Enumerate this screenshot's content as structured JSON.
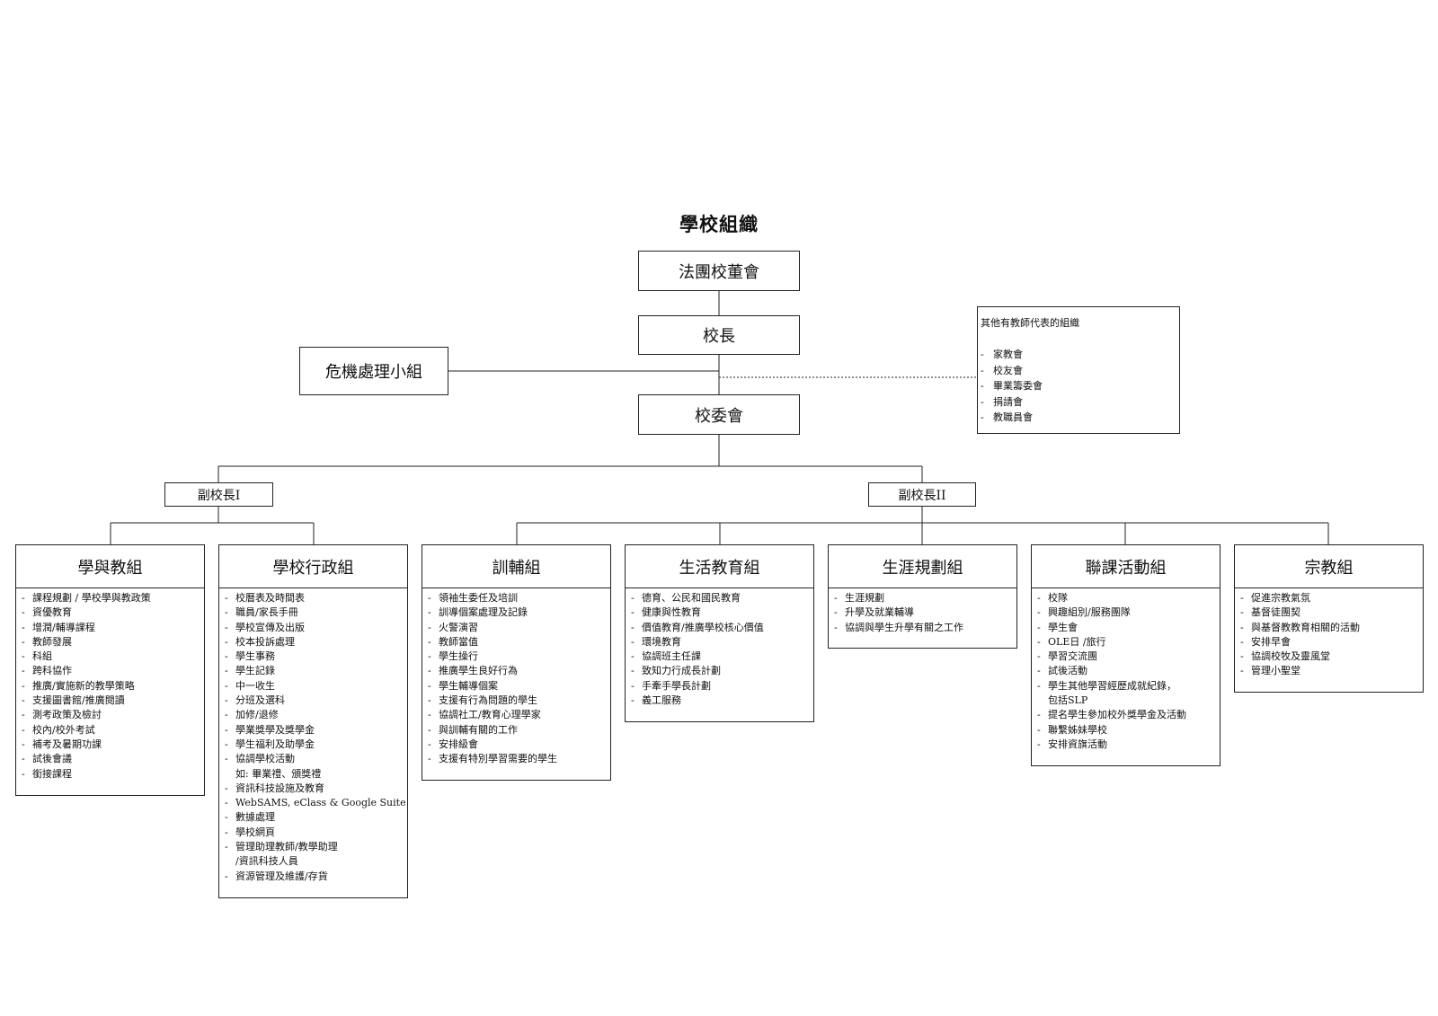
{
  "title": "學校組織",
  "board": "法團校董會",
  "principal": "校長",
  "crisis_team": "危機處理小組",
  "school_council": "校委會",
  "other_orgs": {
    "heading": "其他有教師代表的組織",
    "items": [
      "家教會",
      "校友會",
      "畢業籌委會",
      "捐請會",
      "教職員會"
    ]
  },
  "vice_principals": [
    "副校長I",
    "副校長II"
  ],
  "departments": [
    {
      "name": "學與教組",
      "items": [
        "課程規劃 / 學校學與教政策",
        "資優教育",
        "增潤/輔導課程",
        "教師發展",
        "科組",
        "跨科協作",
        "推廣/實施新的教學策略",
        "支援圖書館/推廣閱讀",
        "測考政策及檢討",
        "校內/校外考試",
        "補考及暑期功課",
        "試後會議",
        "銜接課程"
      ]
    },
    {
      "name": "學校行政組",
      "items": [
        "校曆表及時間表",
        "職員/家長手冊",
        "學校宣傳及出版",
        "校本投訴處理",
        "學生事務",
        "學生記錄",
        "中一收生",
        "分班及選科",
        "加修/退修",
        "學業獎學及獎學金",
        "學生福利及助學金",
        "協調學校活動",
        "如: 畢業禮、頒獎禮",
        "資訊科技設施及教育",
        "WebSAMS, eClass & Google Suite",
        "數據處理",
        "學校網頁",
        "管理助理教師/教學助理",
        "/資訊科技人員",
        "資源管理及維護/存貨"
      ]
    },
    {
      "name": "訓輔組",
      "items": [
        "領袖生委任及培訓",
        "訓導個案處理及記錄",
        "火警演習",
        "教師當值",
        "學生操行",
        "推廣學生良好行為",
        "學生輔導個案",
        "支援有行為問題的學生",
        "協調社工/教育心理學家",
        "與訓輔有關的工作",
        "安排級會",
        "支援有特別學習需要的學生"
      ]
    },
    {
      "name": "生活教育組",
      "items": [
        "德育、公民和國民教育",
        "健康與性教育",
        "價值教育/推廣學校核心價值",
        "環境教育",
        "協調班主任課",
        "致知力行成長計劃",
        "手牽手學長計劃",
        "義工服務"
      ]
    },
    {
      "name": "生涯規劃組",
      "items": [
        "生涯規劃",
        "升學及就業輔導",
        "協調與學生升學有關之工作"
      ]
    },
    {
      "name": "聯課活動組",
      "items": [
        "校隊",
        "興趣組別/服務團隊",
        "學生會",
        "OLE日 /旅行",
        "學習交流團",
        "試後活動",
        "學生其他學習經歷成就紀錄，",
        "包括SLP",
        "提名學生參加校外獎學金及活動",
        "聯繫姊妹學校",
        "安排資旗活動"
      ]
    },
    {
      "name": "宗教組",
      "items": [
        "促進宗教氣氛",
        "基督徒團契",
        "與基督教教育相關的活動",
        "安排早會",
        "協調校牧及靈風堂",
        "管理小聖堂"
      ]
    }
  ]
}
